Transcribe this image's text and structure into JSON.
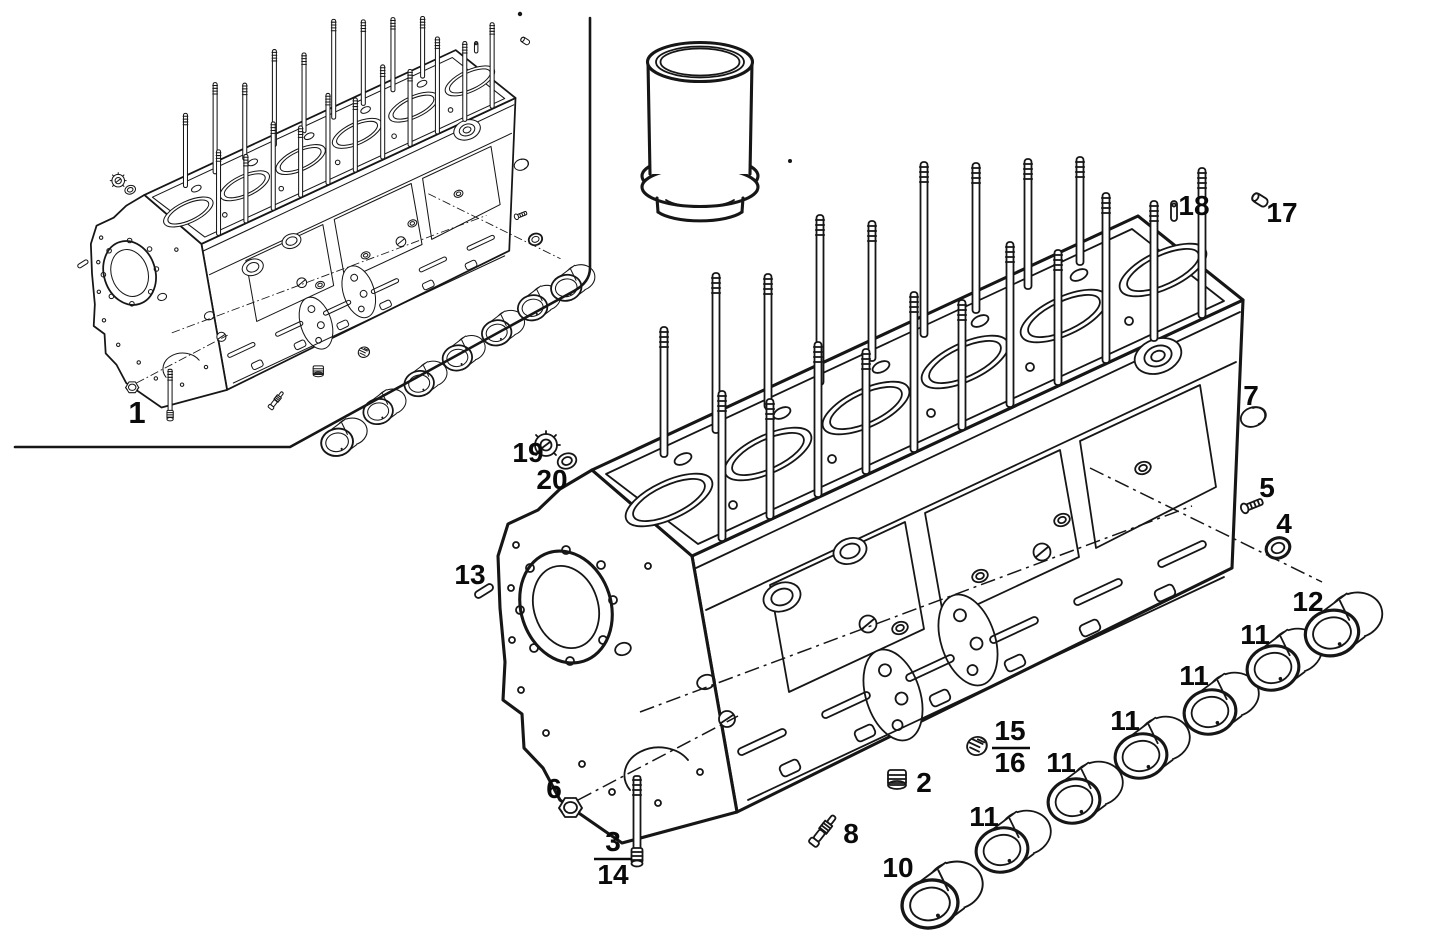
{
  "figure": {
    "background": "#ffffff",
    "ink": "#161616",
    "kind": "exploded-parts-diagram"
  },
  "callouts": {
    "c1": "1",
    "c2": "2",
    "c3": "3",
    "c4": "4",
    "c5": "5",
    "c6": "6",
    "c7": "7",
    "c8": "8",
    "c10": "10",
    "c11a": "11",
    "c11b": "11",
    "c11c": "11",
    "c11d": "11",
    "c11e": "11",
    "c12": "12",
    "c13": "13",
    "c14": "14",
    "c15": "15",
    "c16": "16",
    "c17": "17",
    "c18": "18",
    "c19": "19",
    "c20": "20"
  }
}
